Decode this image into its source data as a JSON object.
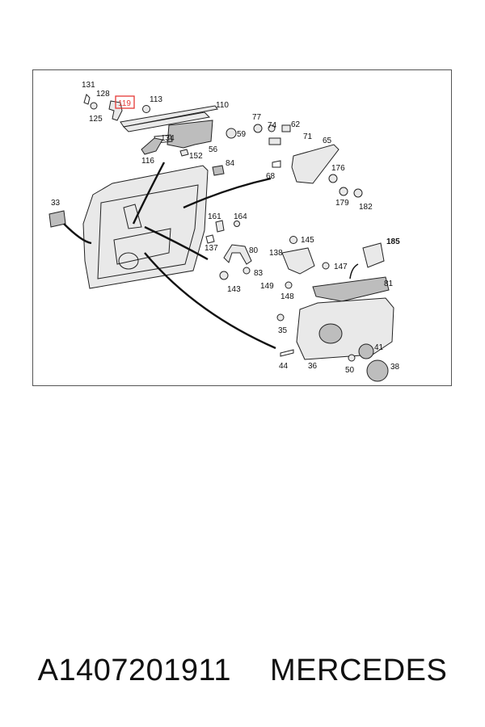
{
  "caption": {
    "part_number": "A1407201911",
    "brand": "MERCEDES"
  },
  "diagram": {
    "highlighted_callout": "119",
    "highlight_color": "#e53935",
    "callouts": [
      "131",
      "128",
      "119",
      "113",
      "110",
      "125",
      "77",
      "74",
      "62",
      "71",
      "59",
      "134",
      "56",
      "65",
      "116",
      "152",
      "84",
      "68",
      "176",
      "33",
      "179",
      "182",
      "161",
      "164",
      "185",
      "137",
      "80",
      "145",
      "138",
      "147",
      "83",
      "81",
      "143",
      "149",
      "148",
      "35",
      "41",
      "44",
      "36",
      "50",
      "38"
    ]
  }
}
